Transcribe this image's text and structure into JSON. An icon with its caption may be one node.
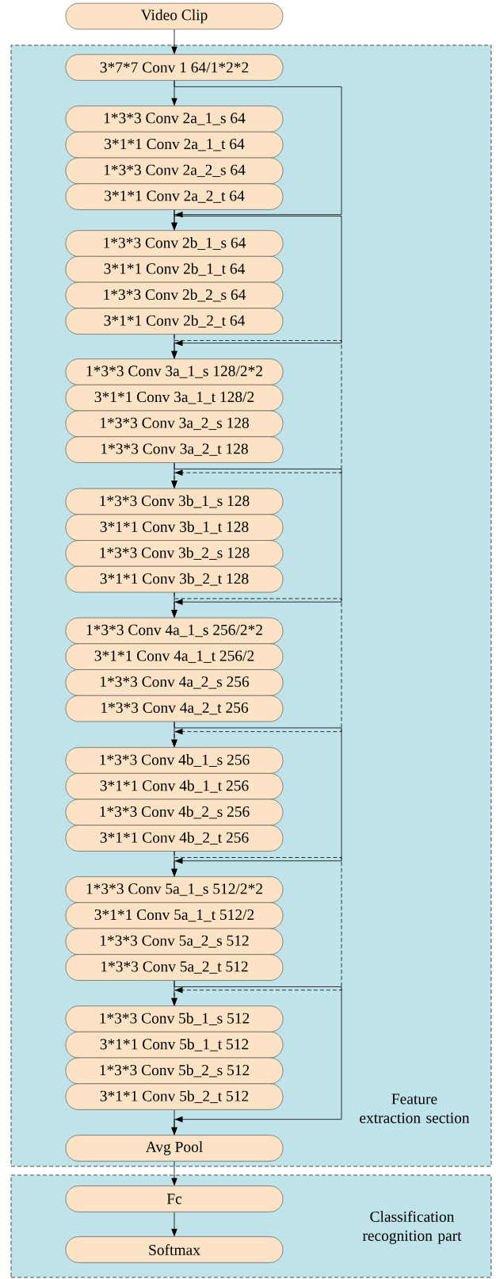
{
  "diagram": {
    "nodes": [
      {
        "text": [
          "Video Clip"
        ]
      },
      {
        "text": [
          "Feature extraction section"
        ]
      },
      {
        "text": [
          "3*7*7 Conv 1 64/1*2*2"
        ],
        "in": 1
      },
      {
        "text": [
          "1*3*3 Conv 2a_1_s 64"
        ],
        "in": 1
      },
      {
        "text": [
          "3*1*1 Conv 2a_1_t 64"
        ],
        "in": 1
      },
      {
        "text": [
          "1*3*3 Conv 2a_2_s 64"
        ],
        "in": 1
      },
      {
        "text": [
          "3*1*1 Conv 2a_2_t 64"
        ],
        "in": 1
      },
      {
        "text": [
          "1*3*3 Conv 2b_1_s 64"
        ],
        "in": 1
      },
      {
        "text": [
          "3*1*1 Conv 2b_1_t 64"
        ],
        "in": 1
      },
      {
        "text": [
          "1*3*3 Conv 2b_2_s 64"
        ],
        "in": 1
      },
      {
        "text": [
          "3*1*1 Conv 2b_2_t 64"
        ],
        "in": 1
      },
      {
        "text": [
          "1*3*3 Conv 3a_1_s 128/2*2"
        ],
        "in": 1
      },
      {
        "text": [
          "3*1*1 Conv 3a_1_t 128/2"
        ],
        "in": 1
      },
      {
        "text": [
          "1*3*3 Conv 3a_2_s 128"
        ],
        "in": 1
      },
      {
        "text": [
          "1*3*3 Conv 3a_2_t 128"
        ],
        "in": 1
      },
      {
        "text": [
          "1*3*3 Conv 3b_1_s 128"
        ],
        "in": 1
      },
      {
        "text": [
          "3*1*1 Conv 3b_1_t 128"
        ],
        "in": 1
      },
      {
        "text": [
          "1*3*3 Conv 3b_2_s 128"
        ],
        "in": 1
      },
      {
        "text": [
          "3*1*1 Conv 3b_2_t 128"
        ],
        "in": 1
      },
      {
        "text": [
          "1*3*3 Conv 4a_1_s 256/2*2"
        ],
        "in": 1
      },
      {
        "text": [
          "3*1*1 Conv 4a_1_t 256/2"
        ],
        "in": 1
      },
      {
        "text": [
          "1*3*3 Conv 4a_2_s 256"
        ],
        "in": 1
      },
      {
        "text": [
          "1*3*3 Conv 4a_2_t 256"
        ],
        "in": 1
      },
      {
        "text": [
          "1*3*3 Conv 4b_1_s 256"
        ],
        "in": 1
      },
      {
        "text": [
          "3*1*1 Conv 4b_1_t 256"
        ],
        "in": 1
      },
      {
        "text": [
          "1*3*3 Conv 4b_2_s 256"
        ],
        "in": 1
      },
      {
        "text": [
          "3*1*1 Conv 4b_2_t 256"
        ],
        "in": 1
      },
      {
        "text": [
          "1*3*3 Conv 5a_1_s 512/2*2"
        ],
        "in": 1
      },
      {
        "text": [
          "3*1*1 Conv 5a_1_t 512/2"
        ],
        "in": 1
      },
      {
        "text": [
          "1*3*3 Conv 5a_2_s 512"
        ],
        "in": 1
      },
      {
        "text": [
          "1*3*3 Conv 5a_2_t 512"
        ],
        "in": 1
      },
      {
        "text": [
          "1*3*3 Conv 5b_1_s 512"
        ],
        "in": 1
      },
      {
        "text": [
          "3*1*1 Conv 5b_1_t 512"
        ],
        "in": 1
      },
      {
        "text": [
          "1*3*3 Conv 5b_2_s 512"
        ],
        "in": 1
      },
      {
        "text": [
          "3*1*1 Conv 5b_2_t 512"
        ],
        "in": 1
      },
      {
        "text": [
          "Avg Pool"
        ],
        "in": 1
      },
      {
        "text": [
          "Classification recognition part"
        ]
      },
      {
        "text": [
          "Fc"
        ],
        "in": 36
      },
      {
        "text": [
          "Softmax"
        ],
        "in": 36
      }
    ],
    "edges": [
      {
        "from": 0,
        "to": 2,
        "arrow": "to"
      },
      {
        "from": 2,
        "to": 3,
        "arrow": "to"
      },
      {
        "from": 6,
        "to": 7,
        "arrow": "to"
      },
      {
        "from": 10,
        "to": 11,
        "arrow": "to"
      },
      {
        "from": 14,
        "to": 15,
        "arrow": "to"
      },
      {
        "from": 18,
        "to": 19,
        "arrow": "to"
      },
      {
        "from": 22,
        "to": 23,
        "arrow": "to"
      },
      {
        "from": 26,
        "to": 27,
        "arrow": "to"
      },
      {
        "from": 30,
        "to": 31,
        "arrow": "to"
      },
      {
        "from": 34,
        "to": 35,
        "arrow": "to"
      },
      {
        "from": 2,
        "to": 7,
        "arrow": "to"
      },
      {
        "from": 6,
        "to": 11,
        "arrow": "to"
      },
      {
        "from": 10,
        "to": 15,
        "arrow": "to",
        "style": "dashed"
      },
      {
        "from": 14,
        "to": 19,
        "arrow": "to"
      },
      {
        "from": 18,
        "to": 23,
        "arrow": "to",
        "style": "dashed"
      },
      {
        "from": 22,
        "to": 27,
        "arrow": "to"
      },
      {
        "from": 26,
        "to": 31,
        "arrow": "to",
        "style": "dashed"
      },
      {
        "from": 30,
        "to": 35,
        "arrow": "to"
      },
      {
        "from": 35,
        "to": 37,
        "arrow": "to"
      },
      {
        "from": 37,
        "to": 38,
        "arrow": "to"
      }
    ]
  }
}
